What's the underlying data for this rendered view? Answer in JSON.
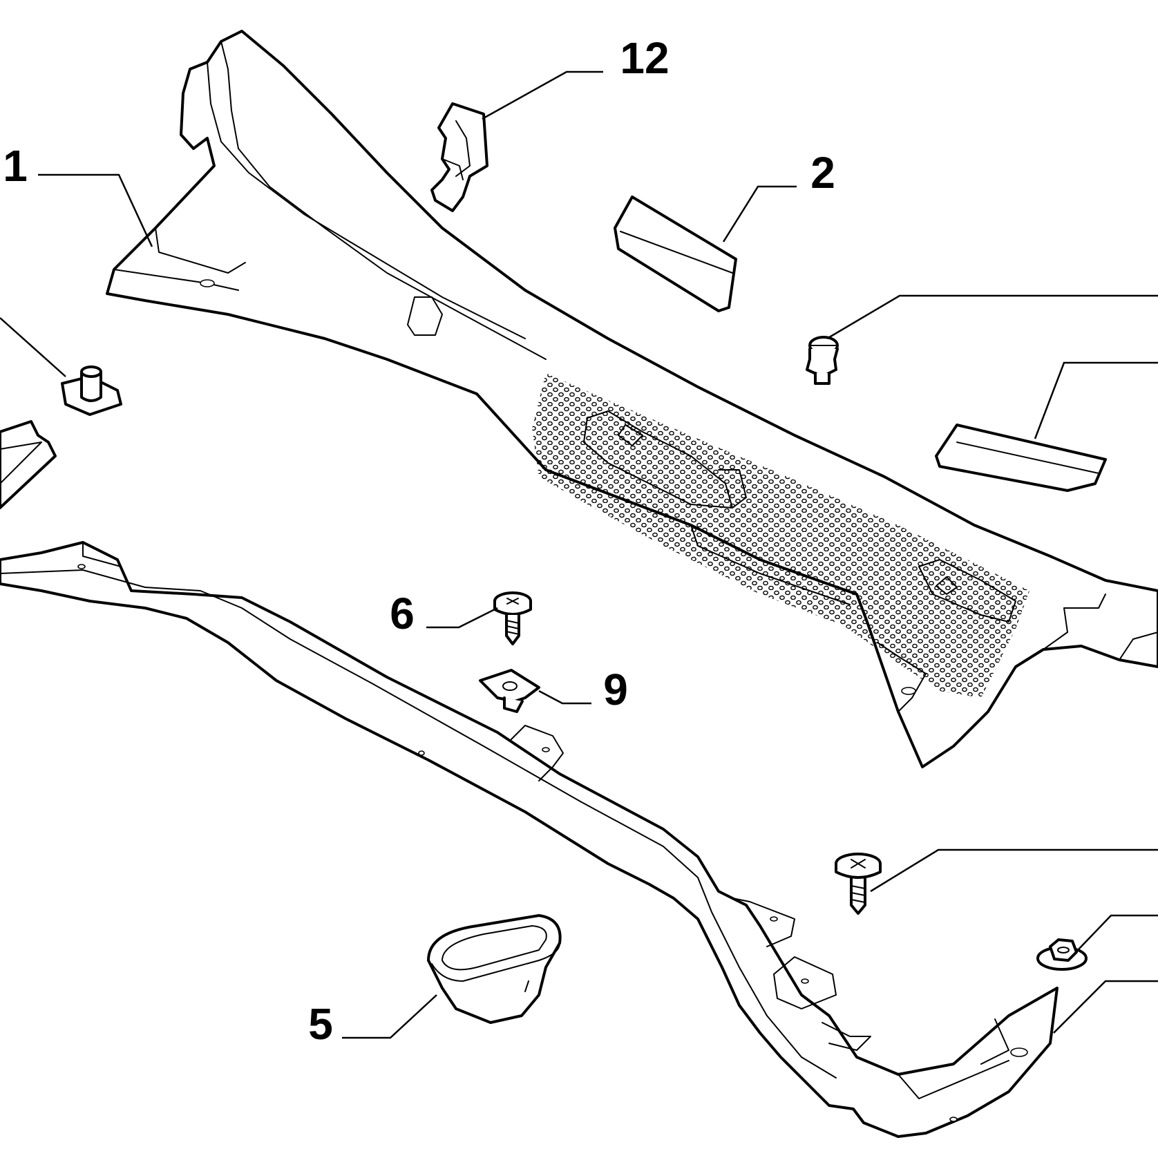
{
  "diagram": {
    "callouts": [
      {
        "id": "1",
        "label": "1"
      },
      {
        "id": "12",
        "label": "12"
      },
      {
        "id": "2",
        "label": "2"
      },
      {
        "id": "6",
        "label": "6"
      },
      {
        "id": "9",
        "label": "9"
      },
      {
        "id": "5",
        "label": "5"
      }
    ],
    "colors": {
      "line": "#000000",
      "background": "#ffffff"
    }
  }
}
